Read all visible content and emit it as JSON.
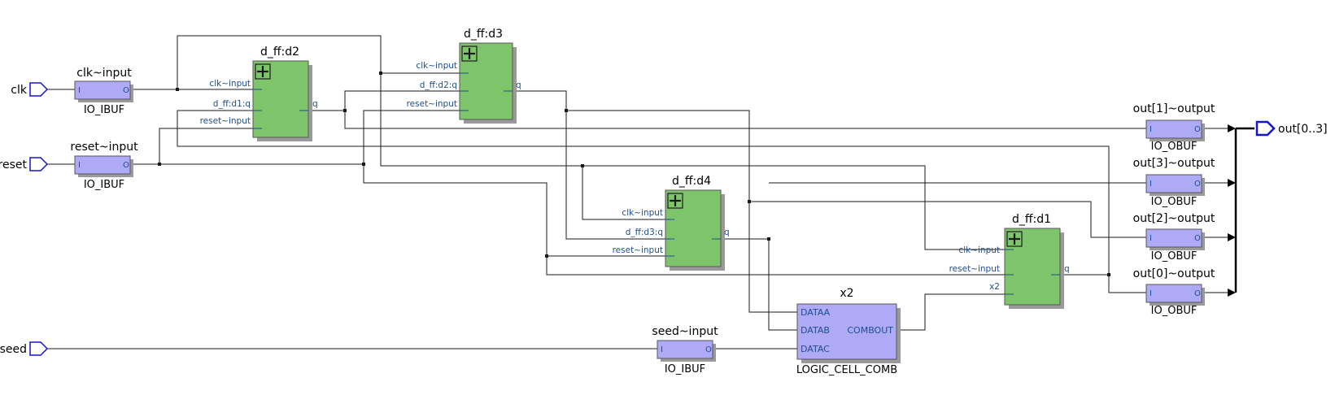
{
  "colors": {
    "flip_flop_fill": "#7ec46a",
    "io_cell_fill": "#aeaaf8",
    "port_outline": "#1515cc",
    "pin_label": "#1f4e8c",
    "wire": "#1a1a1a"
  },
  "ports": {
    "clk": "clk",
    "reset": "reset",
    "seed": "seed",
    "out": "out[0..3]"
  },
  "input_buffers": {
    "clk": {
      "name": "clk~input",
      "type": "IO_IBUF",
      "pin_in": "I",
      "pin_out": "O"
    },
    "reset": {
      "name": "reset~input",
      "type": "IO_IBUF",
      "pin_in": "I",
      "pin_out": "O"
    },
    "seed": {
      "name": "seed~input",
      "type": "IO_IBUF",
      "pin_in": "I",
      "pin_out": "O"
    }
  },
  "flip_flops": {
    "d2": {
      "name": "d_ff:d2",
      "pins": [
        "clk~input",
        "d_ff:d1:q",
        "reset~input"
      ],
      "out": "q"
    },
    "d3": {
      "name": "d_ff:d3",
      "pins": [
        "clk~input",
        "d_ff:d2:q",
        "reset~input"
      ],
      "out": "q"
    },
    "d4": {
      "name": "d_ff:d4",
      "pins": [
        "clk~input",
        "d_ff:d3:q",
        "reset~input"
      ],
      "out": "q"
    },
    "d1": {
      "name": "d_ff:d1",
      "pins": [
        "clk~input",
        "reset~input",
        "x2"
      ],
      "out": "q"
    }
  },
  "logic_cell": {
    "name": "x2",
    "type": "LOGIC_CELL_COMB",
    "inputs": [
      "DATAA",
      "DATAB",
      "DATAC"
    ],
    "output": "COMBOUT"
  },
  "output_buffers": {
    "out1": {
      "name": "out[1]~output",
      "type": "IO_OBUF",
      "pin_in": "I",
      "pin_out": "O"
    },
    "out3": {
      "name": "out[3]~output",
      "type": "IO_OBUF",
      "pin_in": "I",
      "pin_out": "O"
    },
    "out2": {
      "name": "out[2]~output",
      "type": "IO_OBUF",
      "pin_in": "I",
      "pin_out": "O"
    },
    "out0": {
      "name": "out[0]~output",
      "type": "IO_OBUF",
      "pin_in": "I",
      "pin_out": "O"
    }
  }
}
